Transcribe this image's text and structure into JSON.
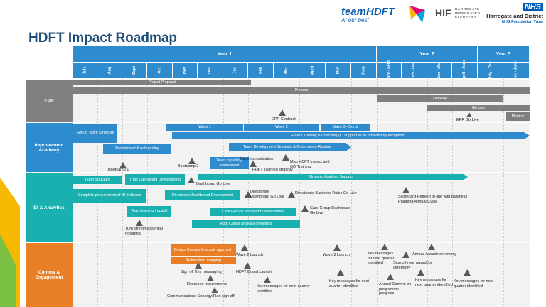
{
  "header": {
    "title": "HDFT Impact Roadmap",
    "team_logo_main": "teamHDFT",
    "team_logo_sub": "At our best",
    "hif_main": "HIF",
    "hif_lines": [
      "HARROGATE",
      "INTEGRATED",
      "FACILITIES"
    ],
    "nhs_badge": "NHS",
    "nhs_org": "Harrogate and District",
    "nhs_trust": "NHS Foundation Trust"
  },
  "colors": {
    "year_blue": "#2e8bcd",
    "epr_gray": "#808080",
    "improvement_blue": "#2e8bcd",
    "bi_teal": "#1ab0b0",
    "comms_orange": "#e87e26"
  },
  "timeline": {
    "years": [
      "Year 1",
      "Year 2",
      "Year 3"
    ],
    "months": [
      "July",
      "Aug",
      "Sept",
      "Oct",
      "Nov",
      "Dec",
      "Jan",
      "Feb",
      "Mar",
      "April",
      "May",
      "June",
      "July - Sept",
      "Oct - Dec",
      "Jan - Mar",
      "April - June",
      "July - Dec",
      "Jan - June"
    ]
  },
  "rows": {
    "epr": "EPR",
    "improvement": "Improvement Academy",
    "bi": "BI & Analytics",
    "comms": "Comms & Engagement"
  },
  "epr": {
    "project_proposal": "Project Proposal",
    "prepare": "Prepare",
    "develop": "Develop",
    "go_live": "Go Live",
    "monitor": "Monitor",
    "epr_contract": "EPR Contract",
    "epr_go_live": "EPR Go Live"
  },
  "improvement": {
    "setup_team": "Set-up Team Structure",
    "wave1": "Wave 1",
    "wave2": "Wave 2",
    "wave3": "Wave 3 - Corps",
    "rpiws": "RPIWs Training & Coaching (CI support to be provided by exception)",
    "recruitment": "Recruitment & onboarding",
    "team_dev": "Team Development Sessions & Governance Routine",
    "team_capability": "Team capability assessment",
    "benefits": "Benefits realisation",
    "hdft_training": "HDFT Training strategy",
    "map_hdft": "Map HDFT Impact and OD Training",
    "bootcamp1": "Bootcamp 1",
    "bootcamp2": "Bootcamp 2"
  },
  "bi": {
    "team_structure": "Team Structure",
    "trust_dashboard": "Trust Dashboard Development",
    "strategic_analysis": "Strategic Analysis Support",
    "dashboard_go_live": "Dashboard Go Live",
    "complete_procurement": "Complete procurement of BI Software",
    "directorate_dev": "Directorate Dashboard Development",
    "directorate_go_live": "Directorate Dashboard Go Live",
    "directorate_rules": "Directorate Business Rules Go Live",
    "scorecard": "Scorecard Refresh in-line with Business Planning Annual Cycle",
    "team_training": "Team training / upskill",
    "care_group_dev": "Care Group Dashboard Development",
    "care_group_go_live": "Care Group Dashboard Go Live",
    "root_cause": "Root Cause analysis of metrics",
    "turn_off": "Turn off non-essential reporting"
  },
  "comms": {
    "design_cascade": "Design Comms Cascade approach",
    "stakeholder": "Stakeholder mapping",
    "wave2_launch": "Wave 2 Launch",
    "wave3_launch": "Wave 3 Launch",
    "sign_off_key": "Sign off Key messaging",
    "hdft_brand": "HDFT Brand Launch",
    "resource_req": "Resource requirements",
    "comms_strategy": "Communications Strategy/Plan sign off",
    "key_msg_1": "Key messages for next quarter identified",
    "key_msg_2": "Key messages for next quarter identified",
    "key_msg_3": "Key messages for next quarter identified",
    "key_msg_4": "Key messages for next quarter identified",
    "key_msg_5": "Key messages for next quarter identified",
    "sign_off_award": "Sign off new award for ceremony",
    "annual_awards": "Annual Awards ceremony",
    "annual_comms": "Annual Comms on programme progress"
  }
}
